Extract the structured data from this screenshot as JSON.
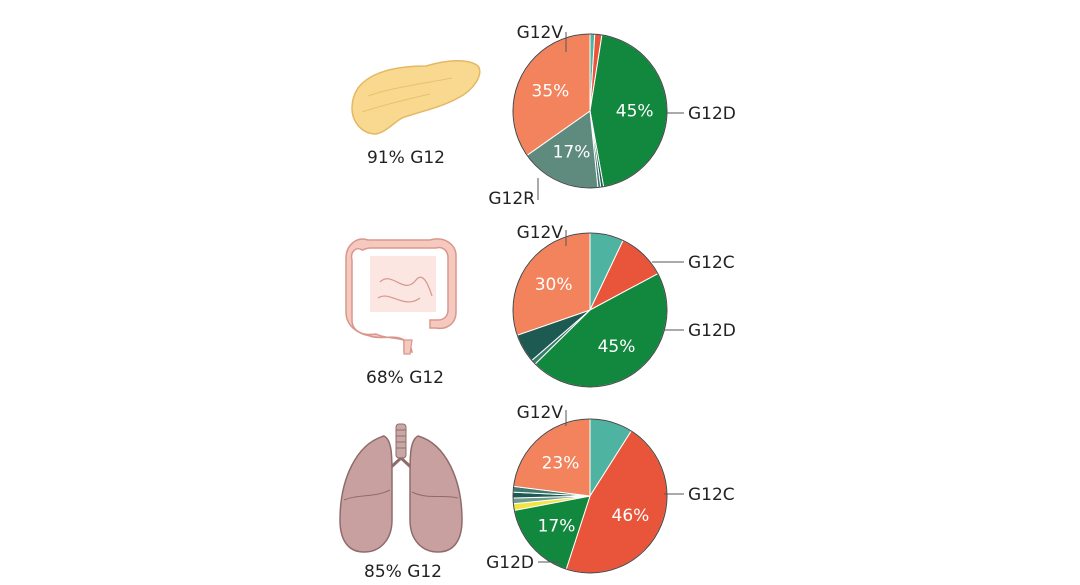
{
  "chart_data": [
    {
      "type": "pie",
      "organ": "pancreas",
      "caption": "91% G12",
      "start_angle_deg": 0,
      "slices": [
        {
          "id": "s1",
          "value": 1,
          "color": "#4fb3a1",
          "label": ""
        },
        {
          "id": "s2",
          "value": 1.5,
          "color": "#e9553a",
          "label": ""
        },
        {
          "id": "g12d",
          "value": 45,
          "color": "#12883f",
          "label": "45%"
        },
        {
          "id": "s4",
          "value": 0.6,
          "color": "#1d5b52",
          "label": ""
        },
        {
          "id": "s5",
          "value": 0.6,
          "color": "#3b7a6e",
          "label": ""
        },
        {
          "id": "g12r",
          "value": 17,
          "color": "#5f8b7f",
          "label": "17%"
        },
        {
          "id": "g12v",
          "value": 35,
          "color": "#f2835d",
          "label": "35%"
        }
      ],
      "callouts": [
        {
          "text": "G12V",
          "position": "top"
        },
        {
          "text": "G12D",
          "position": "right"
        },
        {
          "text": "G12R",
          "position": "bottom"
        }
      ]
    },
    {
      "type": "pie",
      "organ": "colon",
      "caption": "68% G12",
      "start_angle_deg": 0,
      "slices": [
        {
          "id": "s1",
          "value": 7,
          "color": "#4fb3a1",
          "label": ""
        },
        {
          "id": "g12c",
          "value": 10,
          "color": "#e9553a",
          "label": ""
        },
        {
          "id": "g12d",
          "value": 45,
          "color": "#12883f",
          "label": "45%"
        },
        {
          "id": "s4",
          "value": 1,
          "color": "#3b7a6e",
          "label": ""
        },
        {
          "id": "s5",
          "value": 6,
          "color": "#1d5b52",
          "label": ""
        },
        {
          "id": "g12v",
          "value": 30,
          "color": "#f2835d",
          "label": "30%"
        }
      ],
      "callouts": [
        {
          "text": "G12V",
          "position": "top"
        },
        {
          "text": "G12C",
          "position": "right-upper"
        },
        {
          "text": "G12D",
          "position": "right-lower"
        }
      ]
    },
    {
      "type": "pie",
      "organ": "lung",
      "caption": "85% G12",
      "start_angle_deg": 0,
      "slices": [
        {
          "id": "s1",
          "value": 9,
          "color": "#4fb3a1",
          "label": ""
        },
        {
          "id": "g12c",
          "value": 46,
          "color": "#e9553a",
          "label": "46%"
        },
        {
          "id": "g12d",
          "value": 17,
          "color": "#12883f",
          "label": "17%"
        },
        {
          "id": "s4",
          "value": 1.4,
          "color": "#f3e640",
          "label": ""
        },
        {
          "id": "s5",
          "value": 1.2,
          "color": "#6f9c8f",
          "label": ""
        },
        {
          "id": "s6",
          "value": 1.2,
          "color": "#1d5b52",
          "label": ""
        },
        {
          "id": "s7",
          "value": 1.2,
          "color": "#3b7a6e",
          "label": ""
        },
        {
          "id": "g12v",
          "value": 23,
          "color": "#f2835d",
          "label": "23%"
        }
      ],
      "callouts": [
        {
          "text": "G12V",
          "position": "top"
        },
        {
          "text": "G12C",
          "position": "right"
        },
        {
          "text": "G12D",
          "position": "bottom-left"
        }
      ]
    }
  ]
}
